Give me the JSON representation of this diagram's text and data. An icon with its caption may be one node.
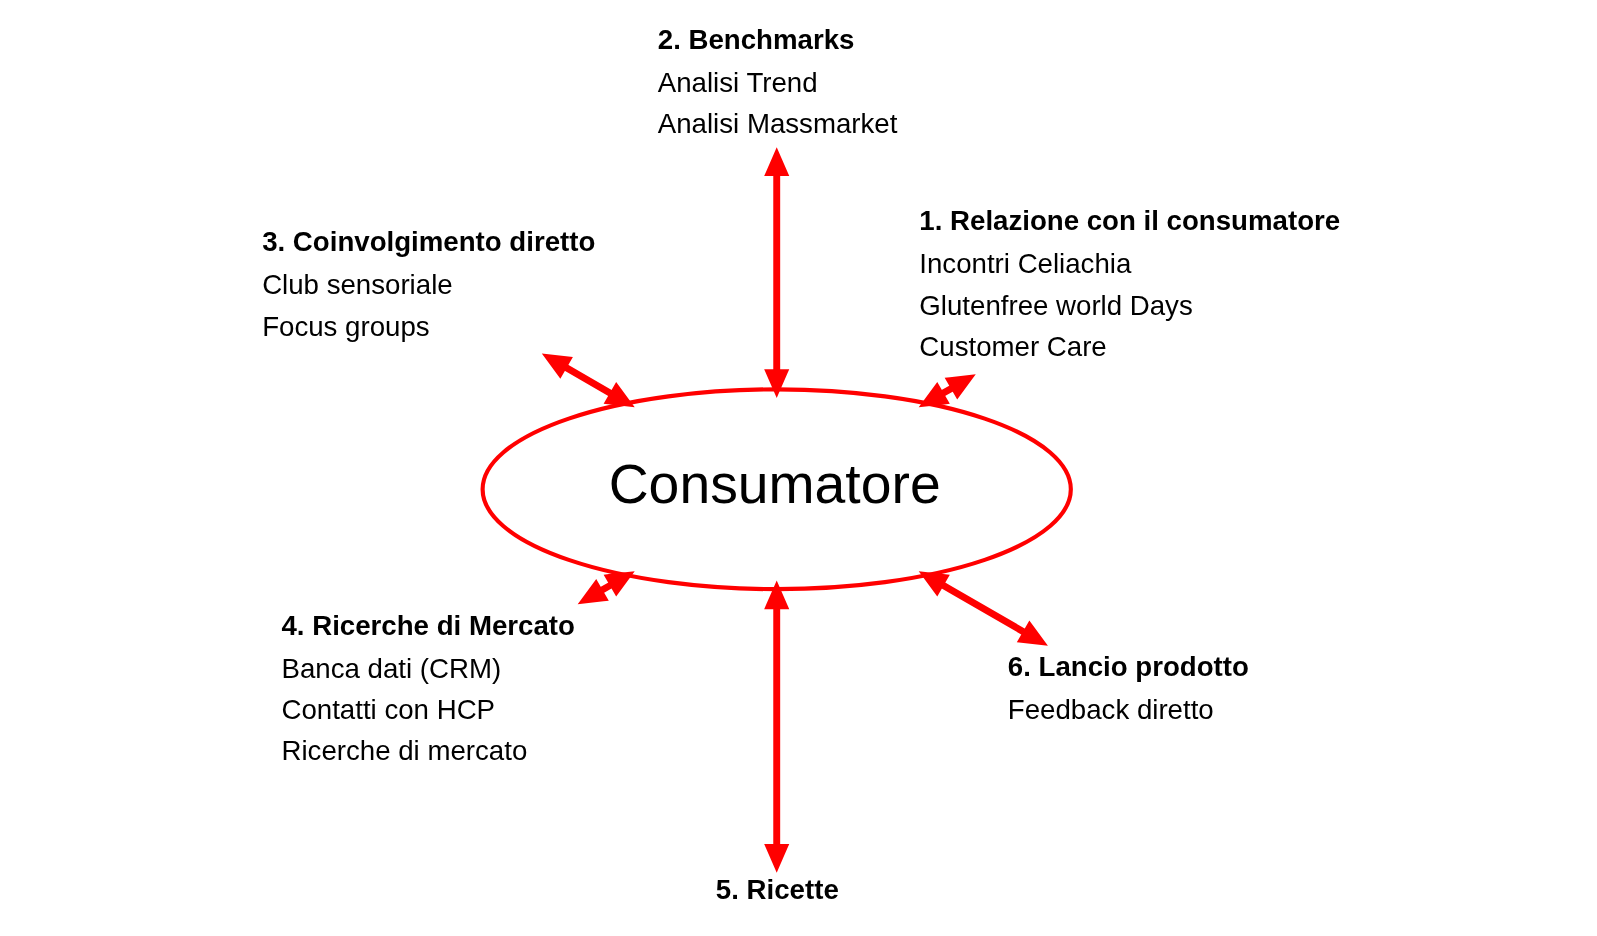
{
  "diagram": {
    "nodes": [
      {
        "text": [
          "Consumatore"
        ]
      },
      {
        "text": [
          "1. Relazione con il consumatore",
          "Incontri Celiachia",
          "Glutenfree world Days",
          "Customer Care"
        ]
      },
      {
        "text": [
          "2. Benchmarks",
          "Analisi Trend",
          "Analisi Massmarket"
        ]
      },
      {
        "text": [
          "3. Coinvolgimento diretto",
          "Club sensoriale",
          "Focus groups"
        ]
      },
      {
        "text": [
          "4. Ricerche di Mercato",
          "Banca dati (CRM)",
          "Contatti con HCP",
          "Ricerche di mercato"
        ]
      },
      {
        "text": [
          "5. Ricette"
        ]
      },
      {
        "text": [
          "6. Lancio prodotto",
          "Feedback diretto"
        ]
      }
    ],
    "edges": [
      {
        "from": 0,
        "to": 1,
        "arrow": "both"
      },
      {
        "from": 0,
        "to": 2,
        "arrow": "both"
      },
      {
        "from": 0,
        "to": 3,
        "arrow": "both"
      },
      {
        "from": 0,
        "to": 4,
        "arrow": "both"
      },
      {
        "from": 0,
        "to": 5,
        "arrow": "both"
      },
      {
        "from": 0,
        "to": 6,
        "arrow": "both"
      }
    ]
  }
}
